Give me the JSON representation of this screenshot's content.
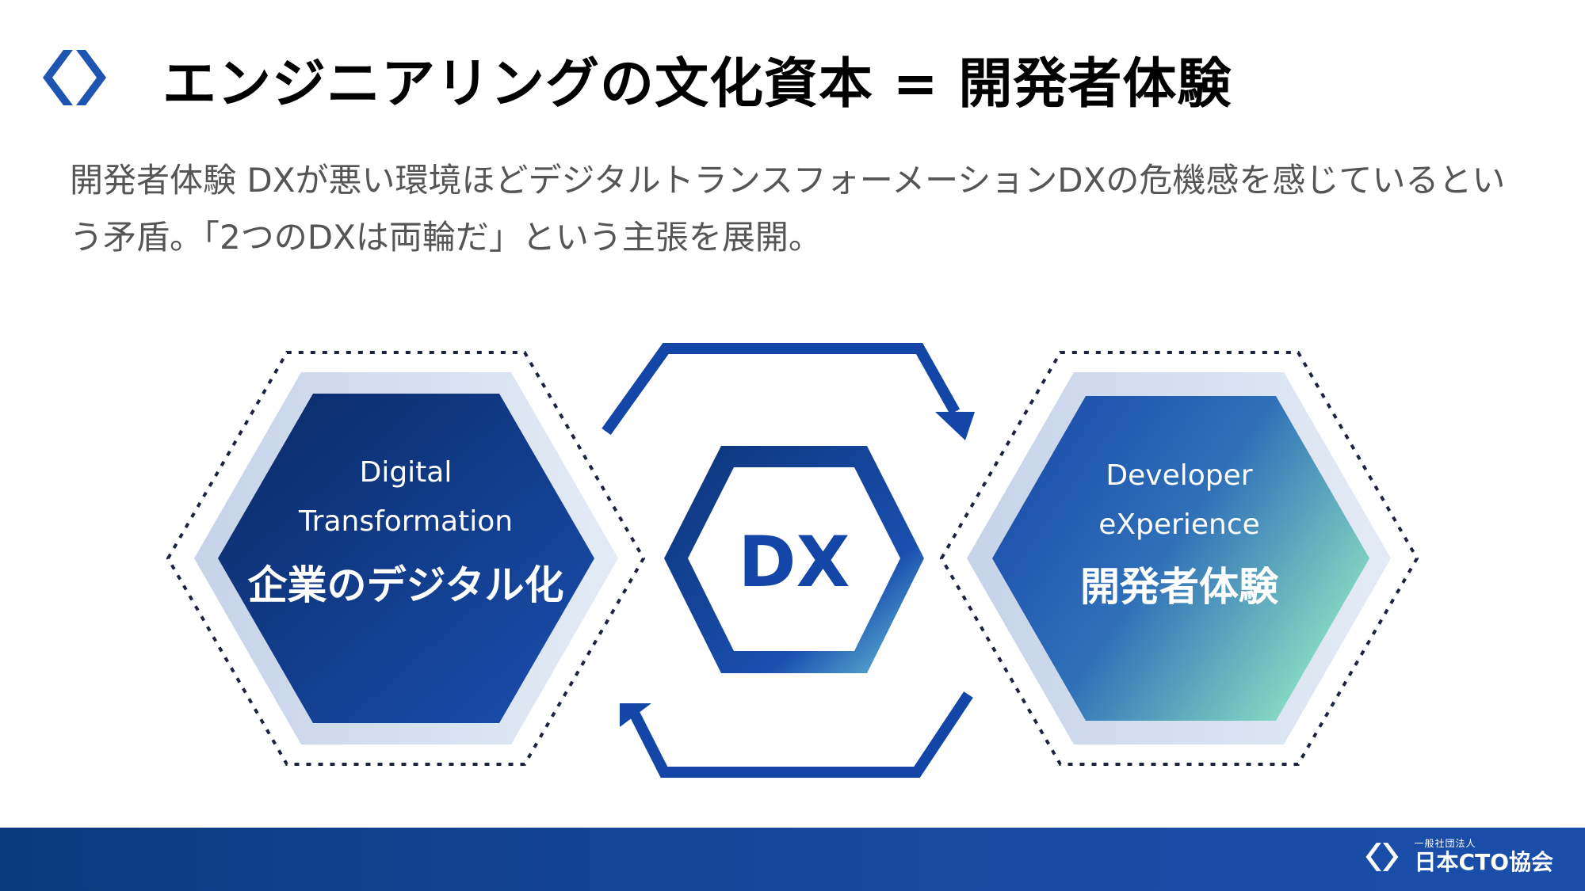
{
  "header": {
    "title": "エンジニアリングの文化資本 = 開発者体験",
    "logo_icon": "cto-diamond-icon"
  },
  "description": "開発者体験 DXが悪い環境ほどデジタルトランスフォーメーションDXの危機感を感じているという矛盾。「2つのDXは両輪だ」という主張を展開。",
  "diagram": {
    "left": {
      "line1": "Digital",
      "line2": "Transformation",
      "label": "企業のデジタル化"
    },
    "center": {
      "label": "DX"
    },
    "right": {
      "line1": "Developer",
      "line2": "eXperience",
      "label": "開発者体験"
    },
    "arrows": [
      "cycle-arrow-top-icon",
      "cycle-arrow-bottom-icon"
    ]
  },
  "footer": {
    "org_sub": "一般社団法人",
    "org_name": "日本CTO協会",
    "logo_icon": "cto-diamond-icon"
  },
  "colors": {
    "primary_dark": "#0a2f6e",
    "primary": "#1446a8",
    "accent_teal": "#7fd3c0",
    "text_gray": "#555555",
    "footer": "#123f8f"
  }
}
